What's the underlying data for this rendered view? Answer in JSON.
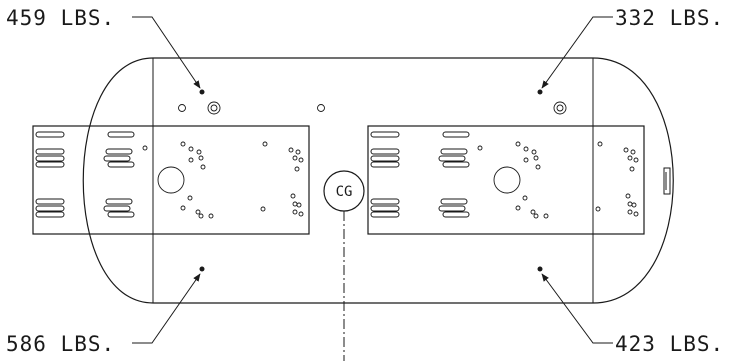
{
  "weights": {
    "top_left": "459 LBS.",
    "top_right": "332 LBS.",
    "bottom_left": "586 LBS.",
    "bottom_right": "423 LBS."
  },
  "cg_label": "CG"
}
